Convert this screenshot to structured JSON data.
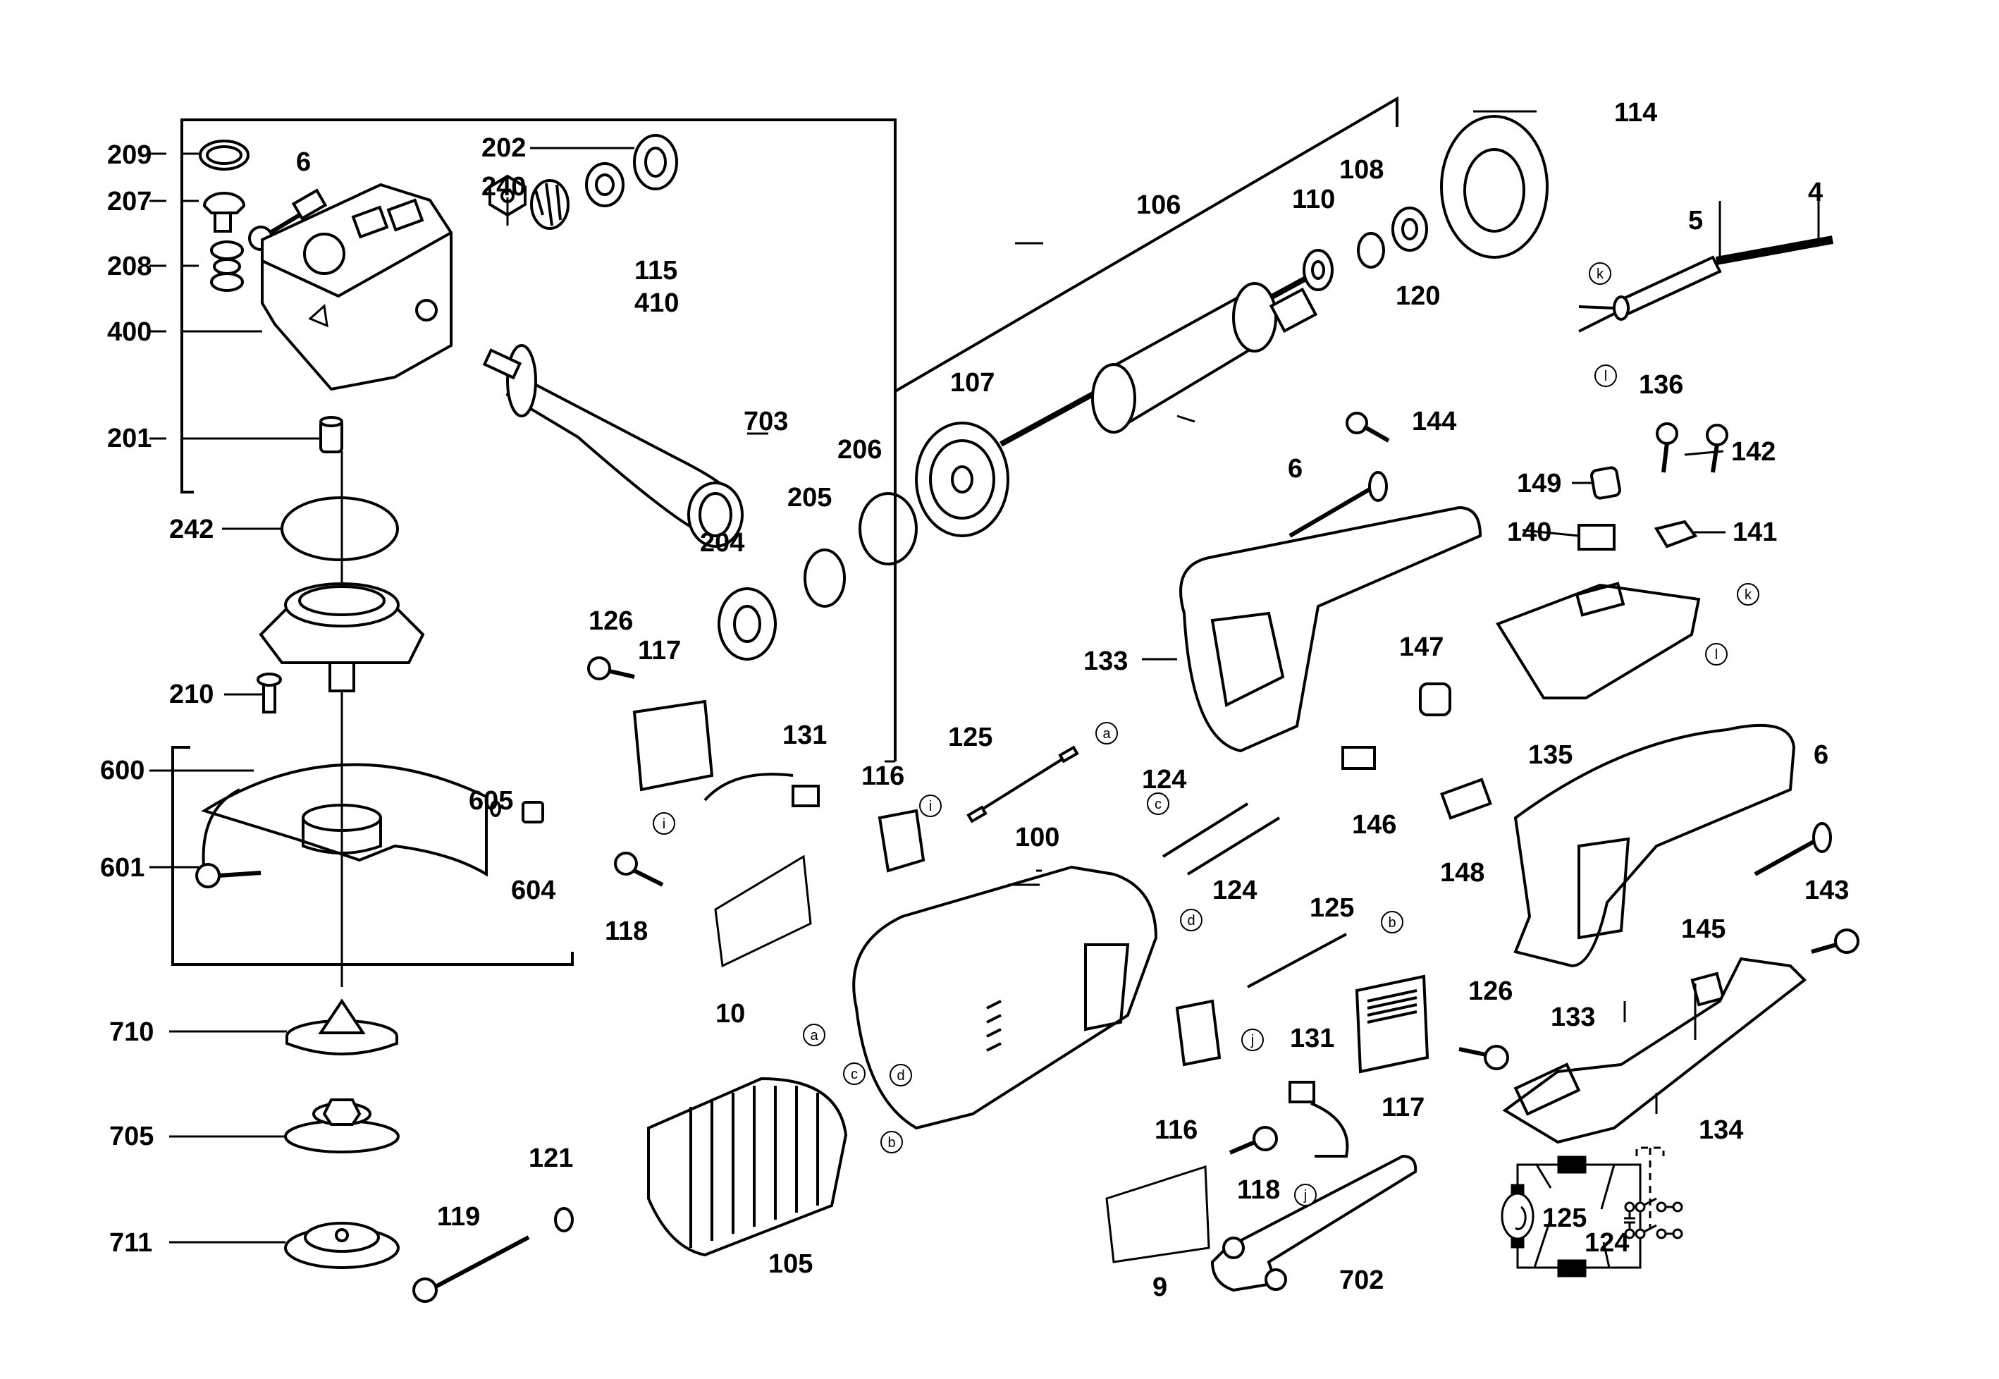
{
  "diagram": {
    "title": "Angle grinder exploded parts diagram",
    "labels": [
      {
        "id": "209",
        "text": "209"
      },
      {
        "id": "6a",
        "text": "6"
      },
      {
        "id": "207",
        "text": "207"
      },
      {
        "id": "208",
        "text": "208"
      },
      {
        "id": "400",
        "text": "400"
      },
      {
        "id": "201",
        "text": "201"
      },
      {
        "id": "242",
        "text": "242"
      },
      {
        "id": "210",
        "text": "210"
      },
      {
        "id": "600",
        "text": "600"
      },
      {
        "id": "601",
        "text": "601"
      },
      {
        "id": "605",
        "text": "605"
      },
      {
        "id": "604",
        "text": "604"
      },
      {
        "id": "710",
        "text": "710"
      },
      {
        "id": "705",
        "text": "705"
      },
      {
        "id": "711",
        "text": "711"
      },
      {
        "id": "202",
        "text": "202"
      },
      {
        "id": "240",
        "text": "240"
      },
      {
        "id": "115",
        "text": "115"
      },
      {
        "id": "410",
        "text": "410"
      },
      {
        "id": "703",
        "text": "703"
      },
      {
        "id": "206",
        "text": "206"
      },
      {
        "id": "205",
        "text": "205"
      },
      {
        "id": "204",
        "text": "204"
      },
      {
        "id": "106",
        "text": "106"
      },
      {
        "id": "107",
        "text": "107"
      },
      {
        "id": "110",
        "text": "110"
      },
      {
        "id": "108",
        "text": "108"
      },
      {
        "id": "120",
        "text": "120"
      },
      {
        "id": "114",
        "text": "114"
      },
      {
        "id": "5",
        "text": "5"
      },
      {
        "id": "4",
        "text": "4"
      },
      {
        "id": "144",
        "text": "144"
      },
      {
        "id": "6b",
        "text": "6"
      },
      {
        "id": "133a",
        "text": "133"
      },
      {
        "id": "136",
        "text": "136"
      },
      {
        "id": "142",
        "text": "142"
      },
      {
        "id": "149",
        "text": "149"
      },
      {
        "id": "140",
        "text": "140"
      },
      {
        "id": "141",
        "text": "141"
      },
      {
        "id": "135",
        "text": "135"
      },
      {
        "id": "147",
        "text": "147"
      },
      {
        "id": "126a",
        "text": "126"
      },
      {
        "id": "117a",
        "text": "117"
      },
      {
        "id": "131a",
        "text": "131"
      },
      {
        "id": "125a",
        "text": "125"
      },
      {
        "id": "116a",
        "text": "116"
      },
      {
        "id": "118a",
        "text": "118"
      },
      {
        "id": "100",
        "text": "100"
      },
      {
        "id": "10",
        "text": "10"
      },
      {
        "id": "124a",
        "text": "124"
      },
      {
        "id": "124b",
        "text": "124"
      },
      {
        "id": "146",
        "text": "146"
      },
      {
        "id": "148",
        "text": "148"
      },
      {
        "id": "6c",
        "text": "6"
      },
      {
        "id": "133b",
        "text": "133"
      },
      {
        "id": "125b",
        "text": "125"
      },
      {
        "id": "143",
        "text": "143"
      },
      {
        "id": "145",
        "text": "145"
      },
      {
        "id": "126b",
        "text": "126"
      },
      {
        "id": "131b",
        "text": "131"
      },
      {
        "id": "117b",
        "text": "117"
      },
      {
        "id": "116b",
        "text": "116"
      },
      {
        "id": "118b",
        "text": "118"
      },
      {
        "id": "134",
        "text": "134"
      },
      {
        "id": "121",
        "text": "121"
      },
      {
        "id": "119",
        "text": "119"
      },
      {
        "id": "105",
        "text": "105"
      },
      {
        "id": "9",
        "text": "9"
      },
      {
        "id": "702",
        "text": "702"
      },
      {
        "id": "125c",
        "text": "125"
      },
      {
        "id": "124c",
        "text": "124"
      }
    ],
    "connector_letters": [
      "a",
      "b",
      "c",
      "d",
      "i",
      "j",
      "k",
      "l"
    ]
  }
}
